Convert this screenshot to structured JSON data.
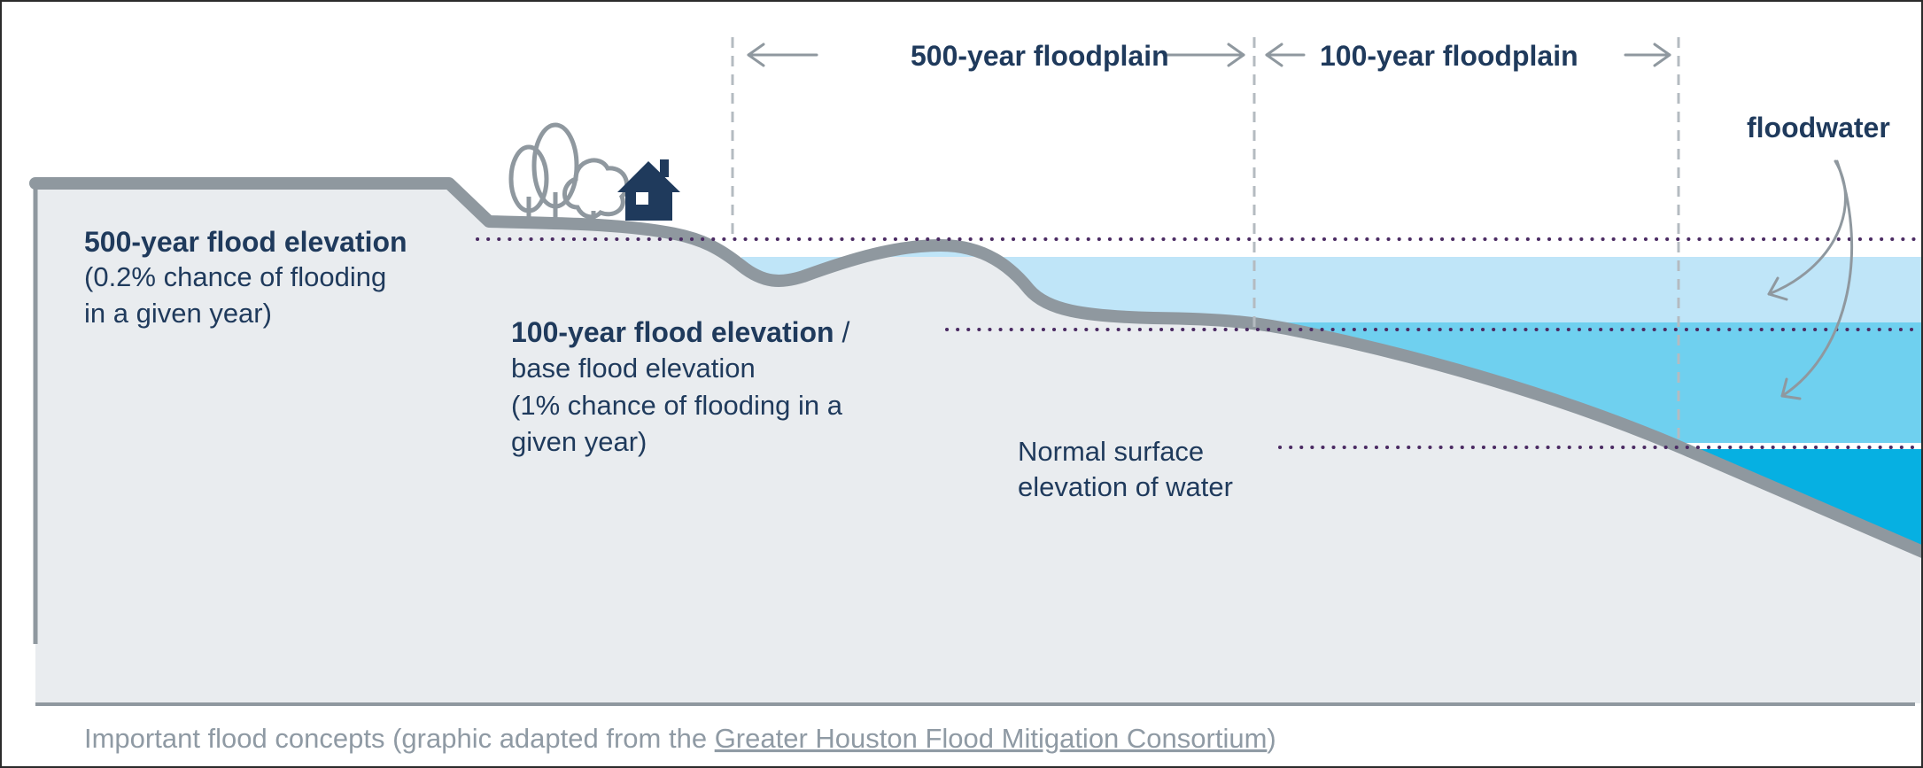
{
  "colors": {
    "ground": "#e9ecef",
    "terrain_line": "#8f989f",
    "floodwater_light": "#bfe5f8",
    "floodwater_mid": "#6fd0ef",
    "floodwater_deep": "#06b0e2",
    "dotted_line": "#4b2b63",
    "label_text": "#1f3a5c",
    "caption_text": "#8f9aa4"
  },
  "icons": [
    "tree-icon",
    "house-icon"
  ],
  "header": {
    "floodplain_500": "500-year floodplain",
    "floodplain_100": "100-year floodplain"
  },
  "floodwater_label": "floodwater",
  "elevation_500": {
    "title": "500-year flood elevation",
    "line1": "(0.2% chance of flooding",
    "line2": "in a given year)"
  },
  "elevation_100": {
    "title": "100-year flood elevation",
    "slash": " /",
    "line1": "base flood elevation",
    "line2": "(1% chance of flooding in a",
    "line3": "given year)"
  },
  "normal_surface": {
    "line1": "Normal surface",
    "line2": "elevation of water"
  },
  "caption": {
    "prefix": "Important flood concepts (graphic adapted from the ",
    "link": "Greater Houston Flood Mitigation Consortium",
    "suffix": ")"
  }
}
